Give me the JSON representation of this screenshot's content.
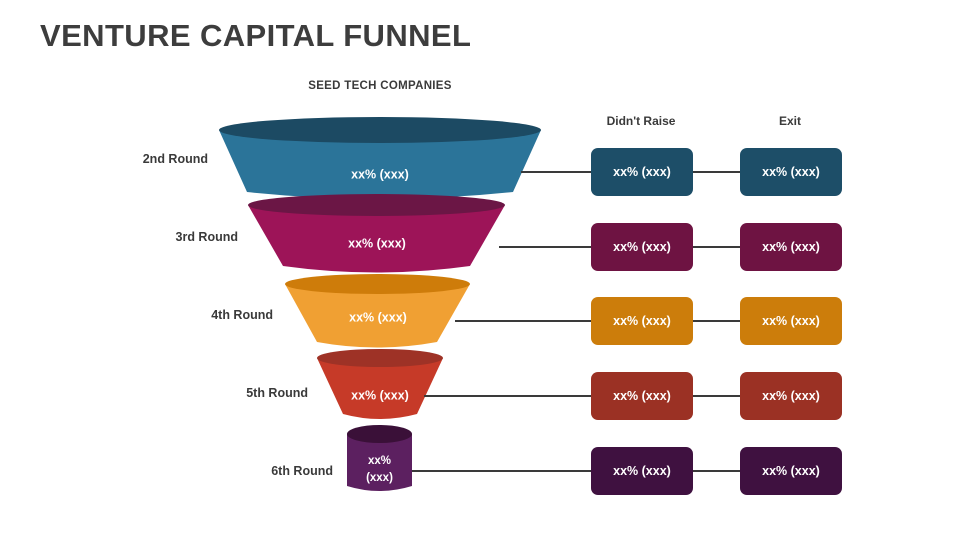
{
  "slide": {
    "title": "VENTURE CAPITAL FUNNEL",
    "subtitle": "SEED TECH COMPANIES",
    "background": "#ffffff",
    "text_color": "#3a3a3a",
    "connector_color": "#3a3a3a"
  },
  "columns": {
    "didnt_raise": "Didn't Raise",
    "exit": "Exit"
  },
  "chart_data": {
    "type": "funnel",
    "title": "VENTURE CAPITAL FUNNEL",
    "subtitle": "SEED TECH COMPANIES",
    "stage_label_header": "",
    "columns": [
      "Didn't Raise",
      "Exit"
    ],
    "stages": [
      {
        "label": "2nd Round",
        "value": "xx% (xxx)",
        "didnt_raise": "xx% (xxx)",
        "exit": "xx% (xxx)",
        "body_color": "#2b7499",
        "top_color": "#1c4a63",
        "box_color": "#1d4e68"
      },
      {
        "label": "3rd Round",
        "value": "xx% (xxx)",
        "didnt_raise": "xx% (xxx)",
        "exit": "xx% (xxx)",
        "body_color": "#9d1458",
        "top_color": "#6b1645",
        "box_color": "#6e1342"
      },
      {
        "label": "4th Round",
        "value": "xx% (xxx)",
        "didnt_raise": "xx% (xxx)",
        "exit": "xx% (xxx)",
        "body_color": "#f0a033",
        "top_color": "#ce7c0a",
        "box_color": "#cc7d0b"
      },
      {
        "label": "5th Round",
        "value": "xx% (xxx)",
        "didnt_raise": "xx% (xxx)",
        "exit": "xx% (xxx)",
        "body_color": "#c63a28",
        "top_color": "#9e3226",
        "box_color": "#9b3124"
      },
      {
        "label": "6th Round",
        "value_line1": "xx%",
        "value_line2": "(xxx)",
        "value": "xx% (xxx)",
        "didnt_raise": "xx% (xxx)",
        "exit": "xx% (xxx)",
        "body_color": "#5c2060",
        "top_color": "#3a1038",
        "box_color": "#3f1140"
      }
    ]
  }
}
